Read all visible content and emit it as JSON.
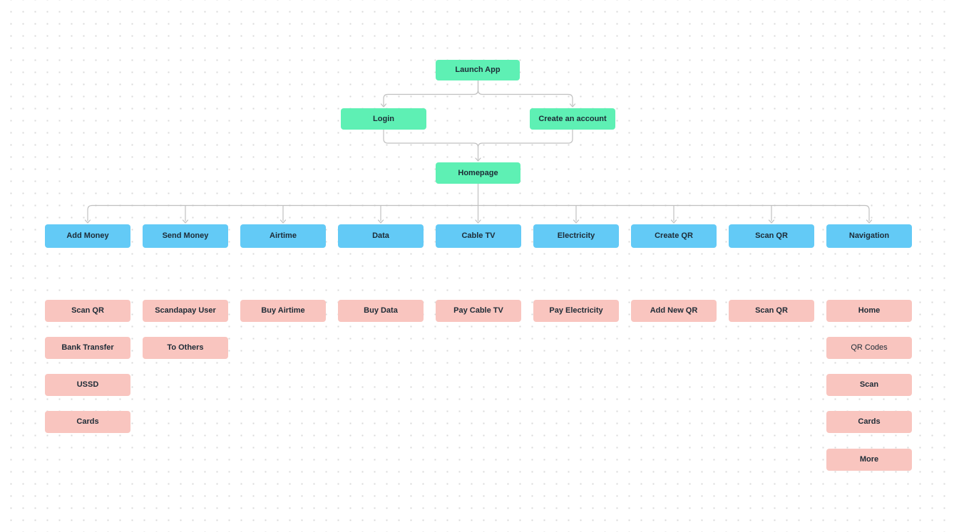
{
  "colors": {
    "green_node": "#5ef0b4",
    "blue_node": "#63caf6",
    "pink_node": "#f9c5bf",
    "connector": "#c0c0c0",
    "text": "#1d2b36",
    "grid_dot": "#d9d9d9"
  },
  "nodes": {
    "launch_app": "Launch App",
    "login": "Login",
    "create_account": "Create an account",
    "homepage": "Homepage",
    "add_money": "Add Money",
    "send_money": "Send Money",
    "airtime": "Airtime",
    "data": "Data",
    "cable_tv": "Cable TV",
    "electricity": "Electricity",
    "create_qr": "Create QR",
    "scan_qr": "Scan QR",
    "navigation": "Navigation",
    "add_money_scan_qr": "Scan QR",
    "add_money_bank_transfer": "Bank Transfer",
    "add_money_ussd": "USSD",
    "add_money_cards": "Cards",
    "send_money_scandapay_user": "Scandapay User",
    "send_money_to_others": "To Others",
    "airtime_buy_airtime": "Buy Airtime",
    "data_buy_data": "Buy Data",
    "cable_tv_pay_cable_tv": "Pay Cable TV",
    "electricity_pay_electricity": "Pay Electricity",
    "create_qr_add_new_qr": "Add New QR",
    "scan_qr_scan_qr": "Scan QR",
    "nav_home": "Home",
    "nav_qr_codes": "QR Codes",
    "nav_scan": "Scan",
    "nav_cards": "Cards",
    "nav_more": "More"
  },
  "edges": [
    {
      "from": "Launch App",
      "to": "Login"
    },
    {
      "from": "Launch App",
      "to": "Create an account"
    },
    {
      "from": "Login",
      "to": "Homepage"
    },
    {
      "from": "Create an account",
      "to": "Homepage"
    },
    {
      "from": "Homepage",
      "to": "Add Money"
    },
    {
      "from": "Homepage",
      "to": "Send Money"
    },
    {
      "from": "Homepage",
      "to": "Airtime"
    },
    {
      "from": "Homepage",
      "to": "Data"
    },
    {
      "from": "Homepage",
      "to": "Cable TV"
    },
    {
      "from": "Homepage",
      "to": "Electricity"
    },
    {
      "from": "Homepage",
      "to": "Create QR"
    },
    {
      "from": "Homepage",
      "to": "Scan QR"
    },
    {
      "from": "Homepage",
      "to": "Navigation"
    }
  ]
}
